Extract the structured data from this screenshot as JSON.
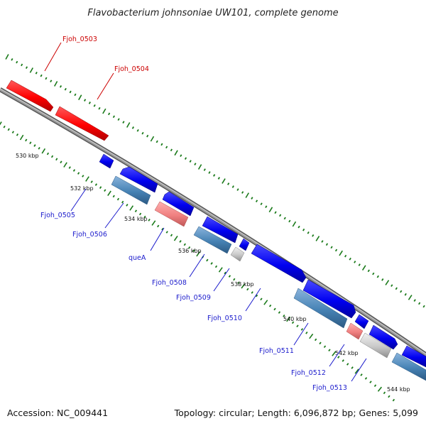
{
  "title": "Flavobacterium johnsoniae UW101, complete genome",
  "footer": {
    "accession": "Accession: NC_009441",
    "summary": "Topology: circular; Length: 6,096,872 bp; Genes: 5,099"
  },
  "colors": {
    "forward_gene": "#ff0000",
    "reverse_gene": "#0000ff",
    "light_red": "#f08080",
    "steel_blue": "#4682b4",
    "gray_gene": "#c8c8c8",
    "tick_marks": "#1a7a1a",
    "backbone": "#808080",
    "label_red": "#cc0000",
    "label_blue": "#1a1acc"
  },
  "scale_labels": [
    "530 kbp",
    "532 kbp",
    "534 kbp",
    "536 kbp",
    "538 kbp",
    "540 kbp",
    "542 kbp",
    "544 kbp"
  ],
  "genes": [
    {
      "label": "Fjoh_0503",
      "color": "red"
    },
    {
      "label": "Fjoh_0504",
      "color": "red"
    },
    {
      "label": "Fjoh_0505",
      "color": "blue"
    },
    {
      "label": "Fjoh_0506",
      "color": "blue"
    },
    {
      "label": "queA",
      "color": "blue"
    },
    {
      "label": "Fjoh_0508",
      "color": "blue"
    },
    {
      "label": "Fjoh_0509",
      "color": "blue"
    },
    {
      "label": "Fjoh_0510",
      "color": "blue"
    },
    {
      "label": "Fjoh_0511",
      "color": "blue"
    },
    {
      "label": "Fjoh_0512",
      "color": "blue"
    },
    {
      "label": "Fjoh_0513",
      "color": "blue"
    }
  ]
}
